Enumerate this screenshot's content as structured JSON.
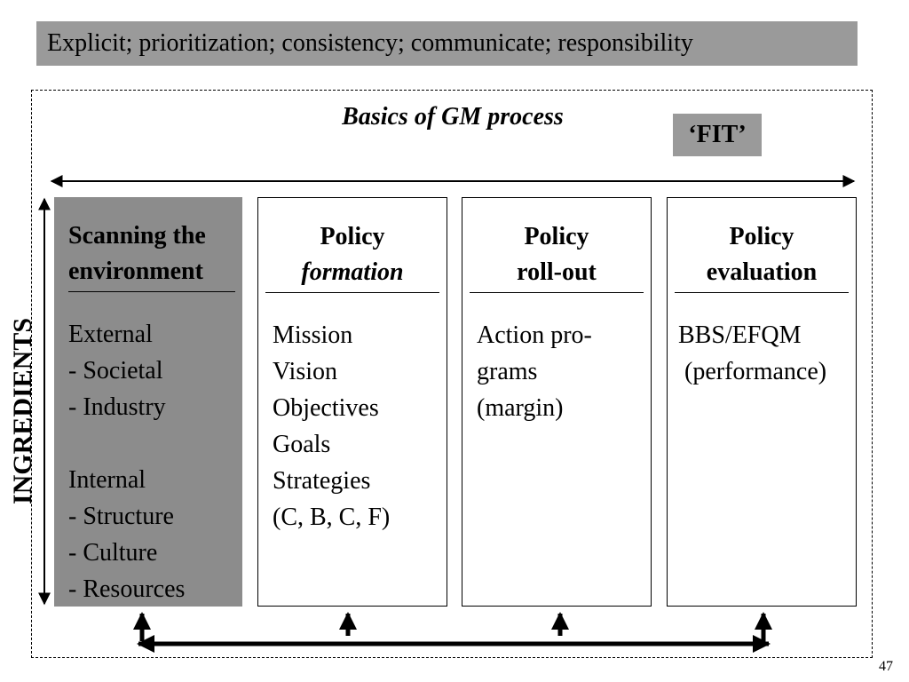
{
  "banner": {
    "text": "Explicit; prioritization; consistency; communicate; responsibility"
  },
  "diagram": {
    "title": "Basics of GM process",
    "fit_label": "‘FIT’",
    "vertical_label": "INGREDIENTS",
    "columns": [
      {
        "heading_line1": "Scanning the",
        "heading_line2": "environment",
        "items": [
          "External",
          "- Societal",
          "- Industry",
          "",
          "Internal",
          "- Structure",
          "- Culture",
          "- Resources"
        ]
      },
      {
        "heading_line1": "Policy",
        "heading_line2": "formation",
        "items": [
          "Mission",
          "Vision",
          "Objectives",
          "Goals",
          "Strategies",
          "(C, B, C, F)"
        ]
      },
      {
        "heading_line1": "Policy",
        "heading_line2": "roll-out",
        "items": [
          "Action pro-",
          "grams",
          "(margin)"
        ]
      },
      {
        "heading_line1": "Policy",
        "heading_line2": "evaluation",
        "items": [
          "BBS/EFQM",
          " (performance)"
        ]
      }
    ]
  },
  "slide_number": "47"
}
